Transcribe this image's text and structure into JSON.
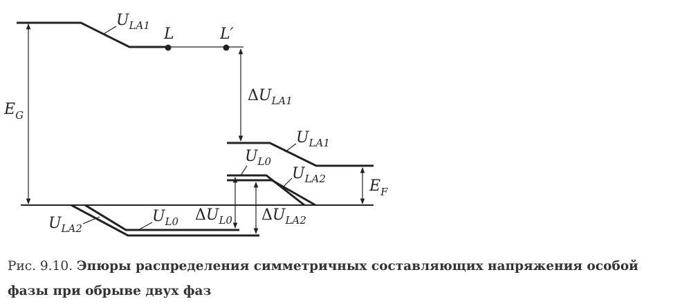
{
  "diagram": {
    "labels": {
      "e_g": {
        "main": "E",
        "sub": "G"
      },
      "e_f": {
        "main": "E",
        "sub": "F"
      },
      "u_la1_top": {
        "main": "U",
        "sub": "LA1"
      },
      "point_l": {
        "main": "L",
        "sub": ""
      },
      "point_l_prime": {
        "main": "L′",
        "sub": ""
      },
      "delta_u_la1": {
        "prefix": "Δ",
        "main": "U",
        "sub": "LA1"
      },
      "u_la1_right": {
        "main": "U",
        "sub": "LA1"
      },
      "u_l0_upper": {
        "main": "U",
        "sub": "L0"
      },
      "u_la2_upper": {
        "main": "U",
        "sub": "LA2"
      },
      "u_la2_lower": {
        "main": "U",
        "sub": "LA2"
      },
      "u_l0_lower": {
        "main": "U",
        "sub": "L0"
      },
      "delta_u_l0": {
        "prefix": "Δ",
        "main": "U",
        "sub": "L0"
      },
      "delta_u_la2": {
        "prefix": "Δ",
        "main": "U",
        "sub": "LA2"
      }
    }
  },
  "caption": {
    "figure_number": "Рис. 9.10.",
    "title": "Эпюры распределения симметричных составляющих напряжения особой фазы при обрыве двух фаз"
  }
}
